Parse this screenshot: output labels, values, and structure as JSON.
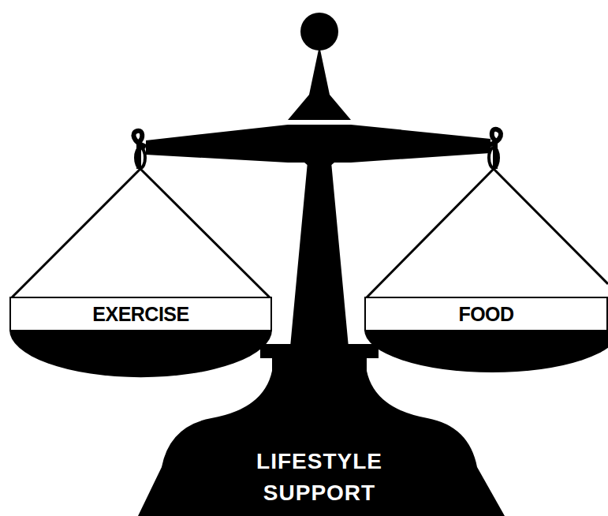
{
  "diagram": {
    "nodes": [
      {
        "text": [
          "EXERCISE"
        ]
      },
      {
        "text": [
          "FOOD"
        ]
      },
      {
        "text": [
          "LIFESTYLE SUPPORT"
        ]
      }
    ],
    "edges": []
  }
}
